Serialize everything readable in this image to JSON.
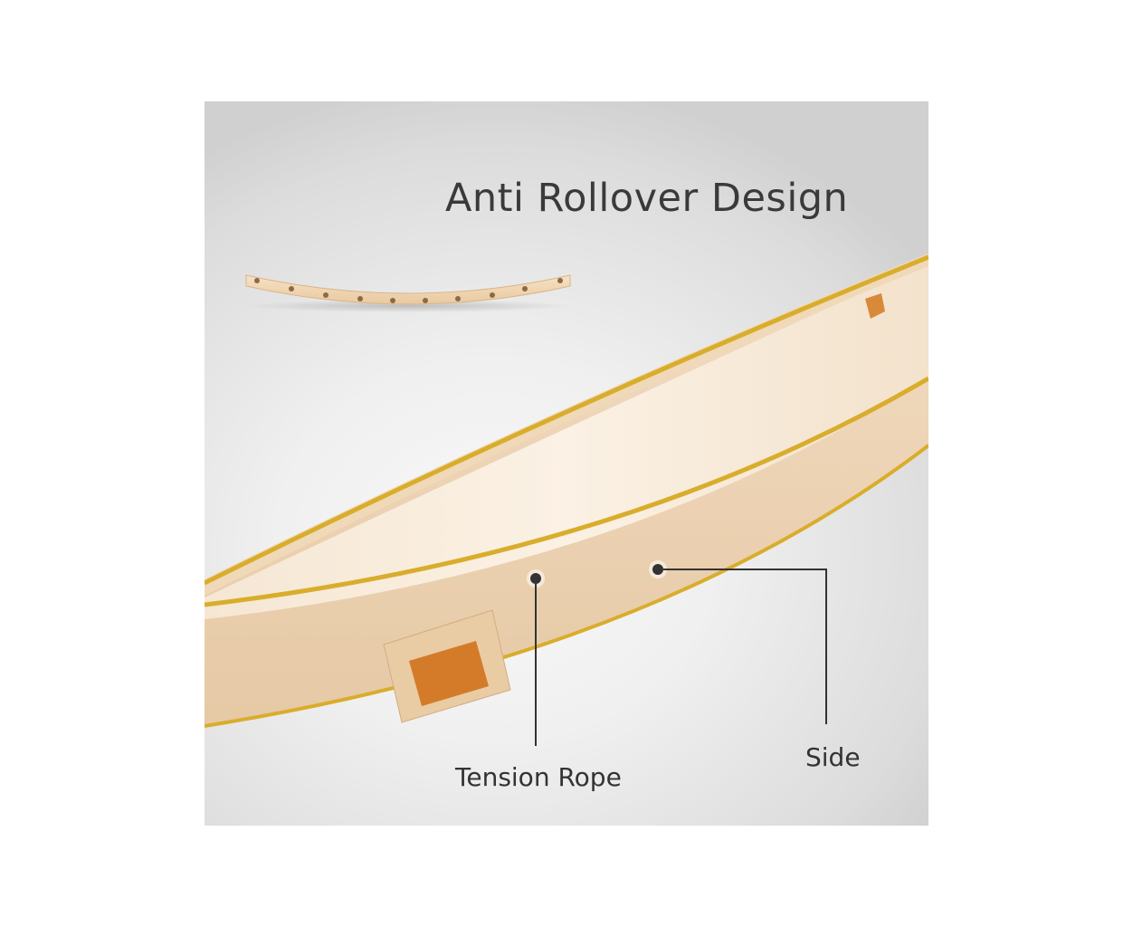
{
  "headline": "Anti Rollover Design",
  "callouts": {
    "tension_rope": "Tension Rope",
    "side": "Side"
  },
  "colors": {
    "background": "#ebebeb",
    "rod_gold": "#d9ad2c",
    "fabric": "#eed8bd",
    "wood": "#f1d8b6",
    "pouch_logo": "#d47b2a",
    "text": "#3a3a3a"
  }
}
